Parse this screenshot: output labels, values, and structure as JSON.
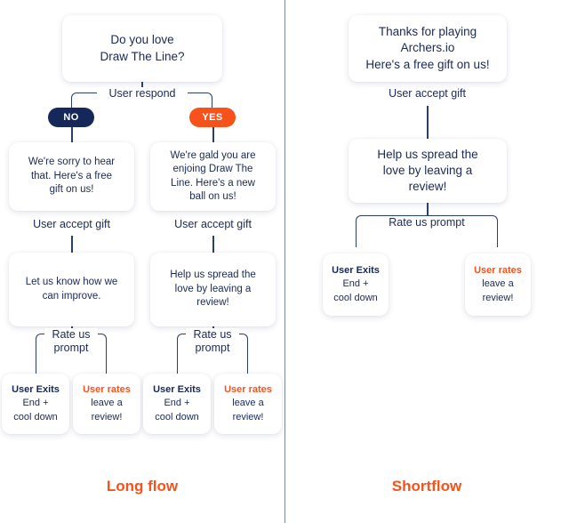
{
  "theme": {
    "navy": "#16285a",
    "text_navy": "#1b2a56",
    "orange": "#f8521c",
    "connector": "#2b3f6b",
    "divider": "#7b8aa0",
    "background": "#ffffff"
  },
  "long_flow": {
    "title": "Long flow",
    "root": {
      "line1": "Do you love",
      "line2": "Draw The Line?"
    },
    "branch_label": "User respond",
    "options": [
      {
        "label": "NO",
        "style": "navy"
      },
      {
        "label": "YES",
        "style": "orange"
      }
    ],
    "no_branch": {
      "response": {
        "line1": "We're sorry to hear",
        "line2": "that. Here's a free",
        "line3": "gift on us!"
      },
      "accept_label": "User accept gift",
      "followup": {
        "line1": "Let us know how we",
        "line2": "can improve."
      },
      "rate_label_line1": "Rate us",
      "rate_label_line2": "prompt",
      "outcomes": [
        {
          "head": "User Exits",
          "head_style": "navy",
          "line1": "End +",
          "line2": "cool down"
        },
        {
          "head": "User rates",
          "head_style": "orange",
          "line1": "leave a",
          "line2": "review!"
        }
      ]
    },
    "yes_branch": {
      "response": {
        "line1": "We're gald you are",
        "line2": "enjoing Draw The",
        "line3": "Line. Here's a new",
        "line4": "ball on us!"
      },
      "accept_label": "User accept gift",
      "followup": {
        "line1": "Help us spread the",
        "line2": "love by leaving a",
        "line3": "review!"
      },
      "rate_label_line1": "Rate us",
      "rate_label_line2": "prompt",
      "outcomes": [
        {
          "head": "User Exits",
          "head_style": "navy",
          "line1": "End +",
          "line2": "cool down"
        },
        {
          "head": "User rates",
          "head_style": "orange",
          "line1": "leave a",
          "line2": "review!"
        }
      ]
    }
  },
  "short_flow": {
    "title": "Shortflow",
    "root": {
      "line1": "Thanks for playing",
      "line2": "Archers.io",
      "line3": "Here's a free gift on us!"
    },
    "accept_label": "User accept gift",
    "followup": {
      "line1": "Help us spread the",
      "line2": "love by leaving a",
      "line3": "review!"
    },
    "rate_label": "Rate us prompt",
    "outcomes": [
      {
        "head": "User Exits",
        "head_style": "navy",
        "line1": "End +",
        "line2": "cool down"
      },
      {
        "head": "User rates",
        "head_style": "orange",
        "line1": "leave a",
        "line2": "review!"
      }
    ]
  }
}
